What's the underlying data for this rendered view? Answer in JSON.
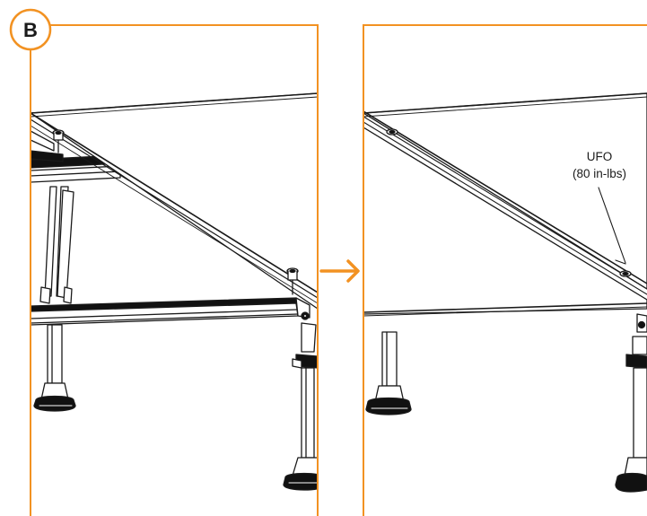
{
  "step": {
    "label": "B"
  },
  "callout": {
    "line1": "UFO",
    "line2": "(80 in-lbs)"
  },
  "colors": {
    "accent": "#F29222",
    "line": "#1a1a1a",
    "white": "#ffffff"
  },
  "icons": {
    "transition": "right-arrow-icon"
  }
}
